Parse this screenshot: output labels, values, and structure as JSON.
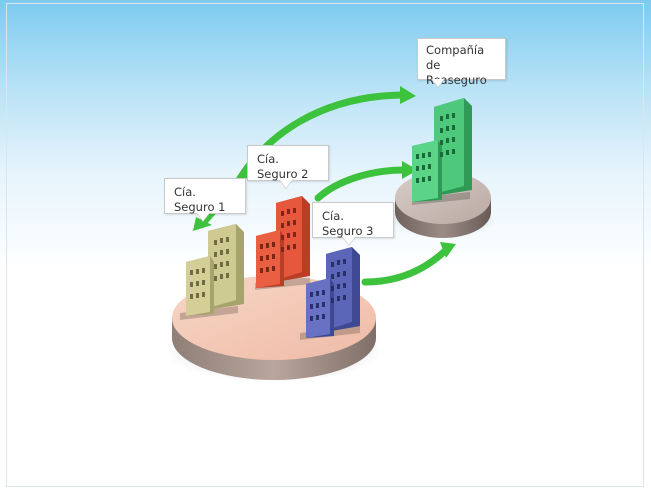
{
  "callouts": {
    "seguro1": "Cía. Seguro 1",
    "seguro2": "Cía. Seguro 2",
    "seguro3": "Cía. Seguro 3",
    "reaseguro_line1": "Compañía de",
    "reaseguro_line2": "Reaseguro"
  },
  "colors": {
    "building_yellow": "#c9c48a",
    "building_red": "#e0553a",
    "building_blue": "#5b66b8",
    "building_green": "#4dc97a",
    "arrow_green": "#3cc23c",
    "platform_pink": "#f4cbb8",
    "platform_gray": "#b8a8a0"
  }
}
